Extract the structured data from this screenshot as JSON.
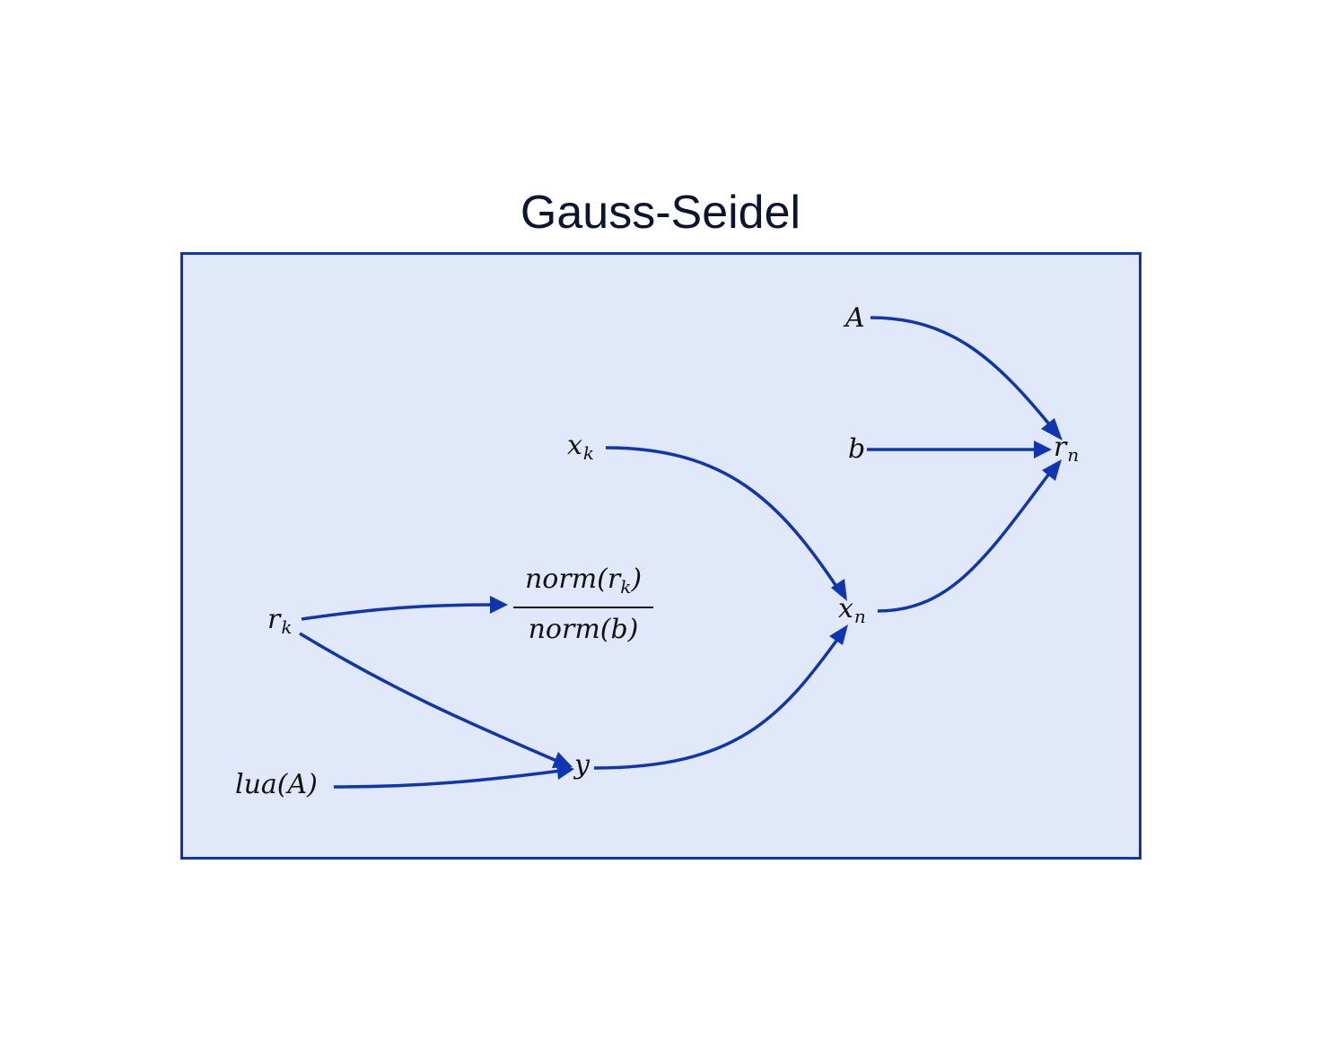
{
  "title": "Gauss-Seidel",
  "nodes": {
    "A": "A",
    "b": "b",
    "r_n": {
      "base": "r",
      "sub": "n"
    },
    "x_k": {
      "base": "x",
      "sub": "k"
    },
    "x_n": {
      "base": "x",
      "sub": "n"
    },
    "r_k": {
      "base": "r",
      "sub": "k"
    },
    "ratio": {
      "num_prefix": "norm(r",
      "num_sub": "k",
      "num_suffix": ")",
      "den": "norm(b)"
    },
    "y": "y",
    "lua_A": "lua(A)"
  },
  "edges": [
    {
      "from": "A",
      "to": "r_n"
    },
    {
      "from": "b",
      "to": "r_n"
    },
    {
      "from": "x_n",
      "to": "r_n"
    },
    {
      "from": "x_k",
      "to": "x_n"
    },
    {
      "from": "y",
      "to": "x_n"
    },
    {
      "from": "r_k",
      "to": "ratio"
    },
    {
      "from": "r_k",
      "to": "y"
    },
    {
      "from": "lua_A",
      "to": "y"
    }
  ],
  "colors": {
    "edge": "#0f35b0",
    "box_fill": "#e0e8f9",
    "box_border": "#0f35b0",
    "title": "#0b1530"
  }
}
